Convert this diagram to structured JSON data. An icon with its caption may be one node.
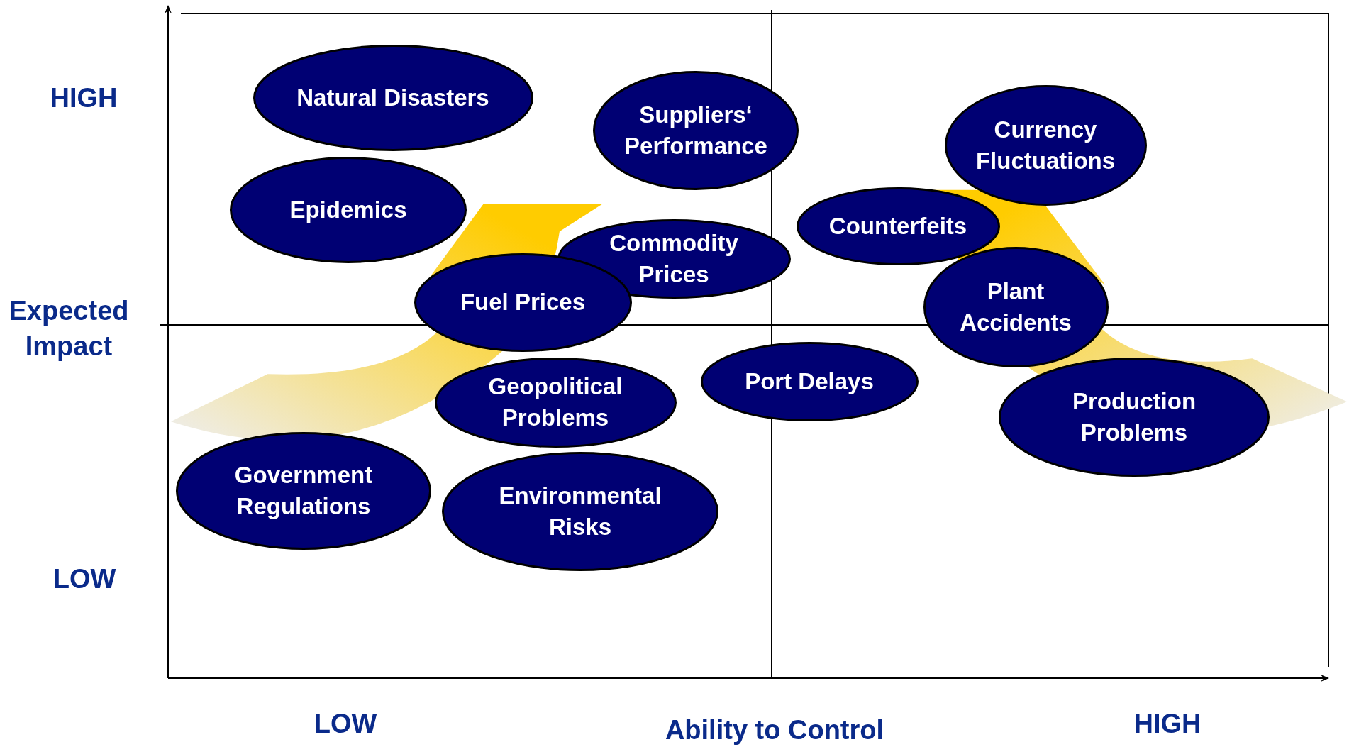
{
  "diagram": {
    "nodes": [
      {
        "text": [
          "Natural Disasters"
        ]
      },
      {
        "text": [
          "Suppliers‘ Performance"
        ]
      },
      {
        "text": [
          "Currency Fluctuations"
        ]
      },
      {
        "text": [
          "Epidemics"
        ]
      },
      {
        "text": [
          "Counterfeits"
        ]
      },
      {
        "text": [
          "Commodity Prices"
        ]
      },
      {
        "text": [
          "Fuel Prices"
        ]
      },
      {
        "text": [
          "Plant Accidents"
        ]
      },
      {
        "text": [
          "Port Delays"
        ]
      },
      {
        "text": [
          "Geopolitical Problems"
        ]
      },
      {
        "text": [
          "Production Problems"
        ]
      },
      {
        "text": [
          "Government Regulations"
        ]
      },
      {
        "text": [
          "Environmental Risks"
        ]
      }
    ],
    "labels": [
      "HIGH",
      "Expected Impact",
      "LOW",
      "LOW",
      "Ability to Control",
      "HIGH"
    ]
  }
}
